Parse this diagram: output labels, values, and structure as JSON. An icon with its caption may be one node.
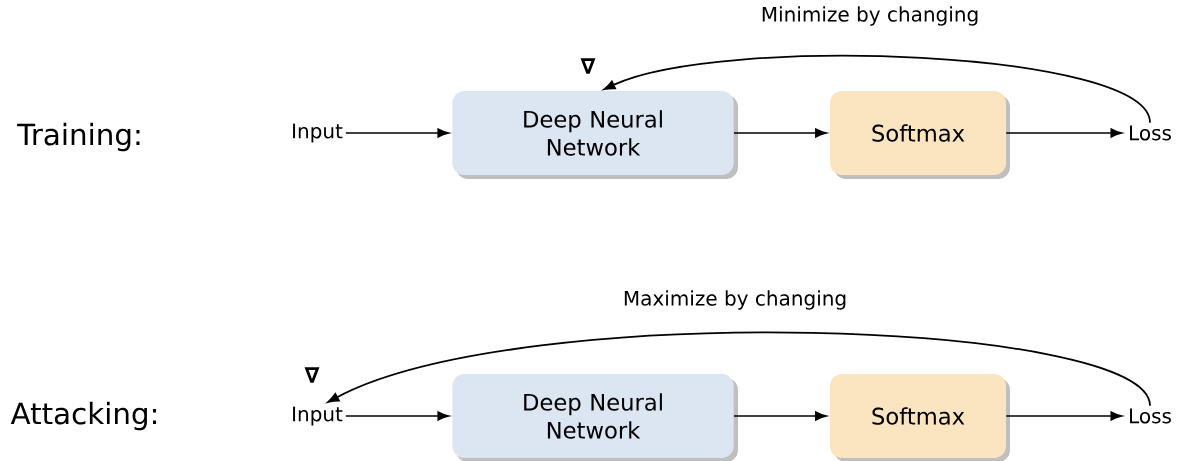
{
  "diagram": {
    "nodes": [
      {
        "text": [
          "Input"
        ]
      },
      {
        "text": [
          "Deep Neural Network"
        ]
      },
      {
        "text": [
          "Softmax"
        ]
      },
      {
        "text": [
          "Loss"
        ]
      },
      {
        "text": [
          "Input"
        ]
      },
      {
        "text": [
          "Deep Neural Network"
        ]
      },
      {
        "text": [
          "Softmax"
        ]
      },
      {
        "text": [
          "Loss"
        ]
      }
    ],
    "edges": [
      {
        "from": 0,
        "to": 1,
        "arrow": "to"
      },
      {
        "from": 1,
        "to": 2,
        "arrow": "to"
      },
      {
        "from": 2,
        "to": 3,
        "arrow": "to"
      },
      {
        "from": 3,
        "to": 1,
        "arrow": "to",
        "label": "Minimize by changing"
      },
      {
        "from": 4,
        "to": 5,
        "arrow": "to"
      },
      {
        "from": 5,
        "to": 6,
        "arrow": "to"
      },
      {
        "from": 6,
        "to": 7,
        "arrow": "to"
      },
      {
        "from": 7,
        "to": 4,
        "arrow": "to",
        "label": "Maximize by changing"
      }
    ],
    "labels": [
      "∇",
      "Training:",
      "∇",
      "Attacking:"
    ]
  }
}
